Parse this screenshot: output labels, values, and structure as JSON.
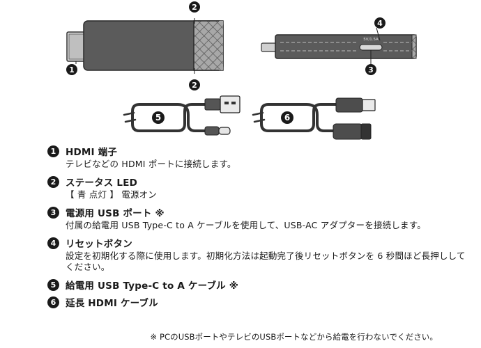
{
  "labels": {
    "n1": "1",
    "n2": "2",
    "n3": "3",
    "n4": "4",
    "n5": "5",
    "n6": "6",
    "port_marking": "5V/1.5A"
  },
  "items": [
    {
      "number": "1",
      "title": "HDMI 端子",
      "desc": "テレビなどの HDMI ポートに接続します。"
    },
    {
      "number": "2",
      "title": "ステータス LED",
      "desc": "【 青 点灯 】 電源オン"
    },
    {
      "number": "3",
      "title": "電源用 USB ポート ※",
      "desc": "付属の給電用 USB Type-C to A ケーブルを使用して、USB-AC アダプターを接続します。"
    },
    {
      "number": "4",
      "title": "リセットボタン",
      "desc": "設定を初期化する際に使用します。初期化方法は起動完了後リセットボタンを 6 秒間ほど長押ししてください。"
    },
    {
      "number": "5",
      "title": "給電用 USB Type-C to A ケーブル ※",
      "desc": ""
    },
    {
      "number": "6",
      "title": "延長 HDMI ケーブル",
      "desc": ""
    }
  ],
  "footnote": "※ PCのUSBポートやテレビのUSBポートなどから給電を行わないでください。",
  "colors": {
    "badge": "#1a1a1a",
    "device_body": "#5a5a5a",
    "device_light": "#a9a9a9"
  }
}
